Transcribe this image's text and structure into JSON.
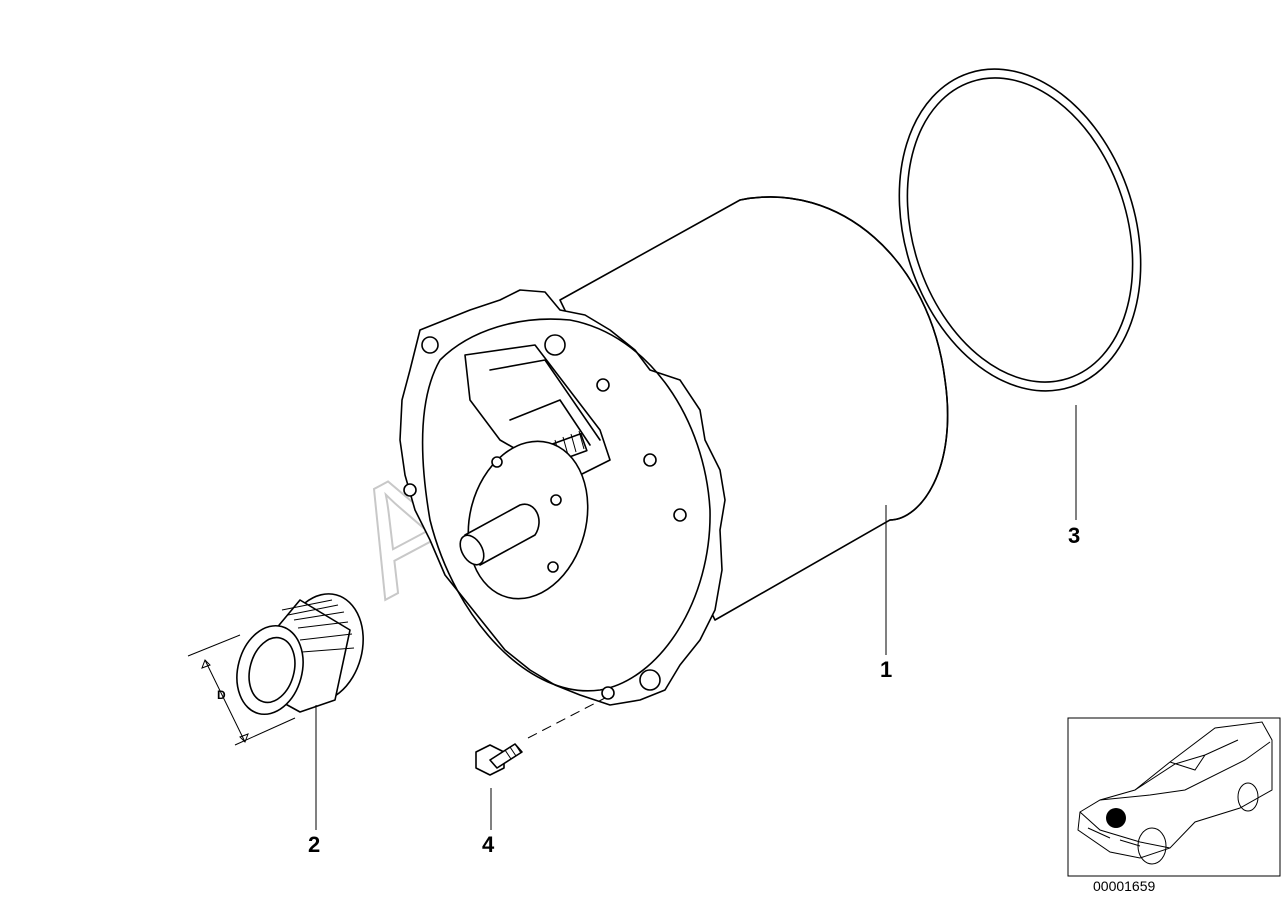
{
  "diagram": {
    "watermark": "AutoSoft",
    "reference_number": "00001659",
    "dimension_label": "D",
    "parts": [
      {
        "id": "part-1",
        "number": "1"
      },
      {
        "id": "part-2",
        "number": "2"
      },
      {
        "id": "part-3",
        "number": "3"
      },
      {
        "id": "part-4",
        "number": "4"
      }
    ]
  }
}
